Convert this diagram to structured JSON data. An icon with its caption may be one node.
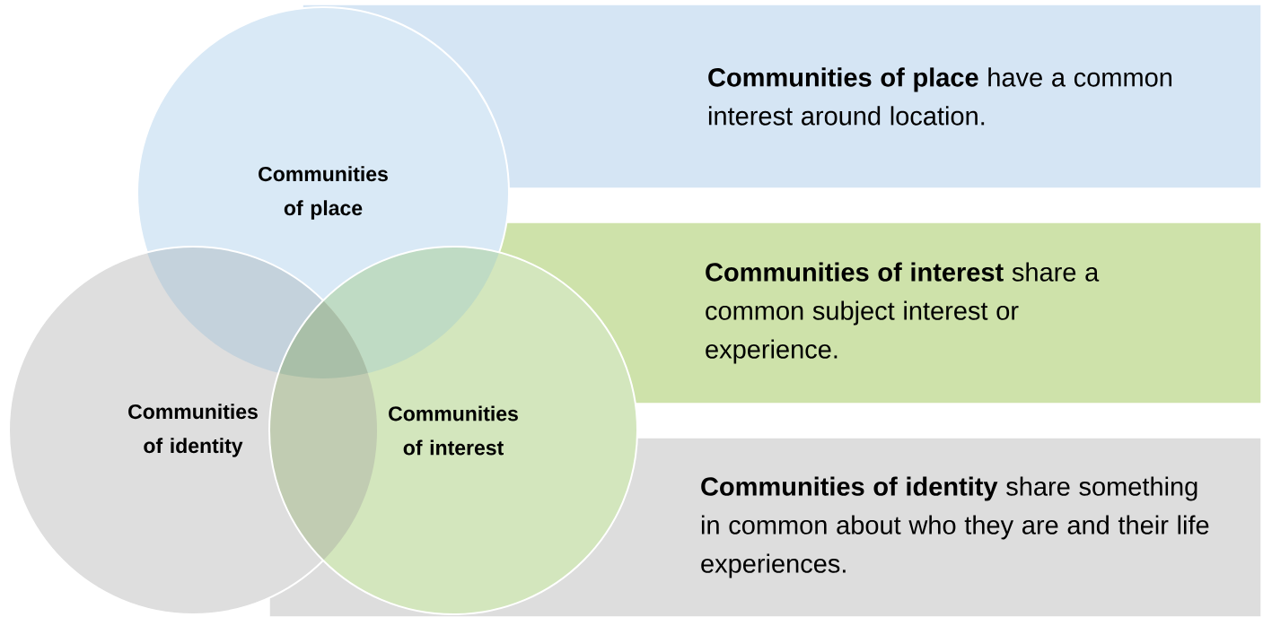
{
  "diagram": {
    "nodes": [
      {
        "text": [
          "Communities of place"
        ]
      },
      {
        "text": [
          "Communities of identity"
        ]
      },
      {
        "text": [
          "Communities of interest"
        ]
      },
      {
        "text": [
          "**Communities of place** have a common interest around location."
        ]
      },
      {
        "text": [
          "**Communities of interest** share a common subject interest or experience."
        ]
      },
      {
        "text": [
          "**Communities of identity** share something in common about who they are and their life experiences."
        ]
      }
    ]
  }
}
